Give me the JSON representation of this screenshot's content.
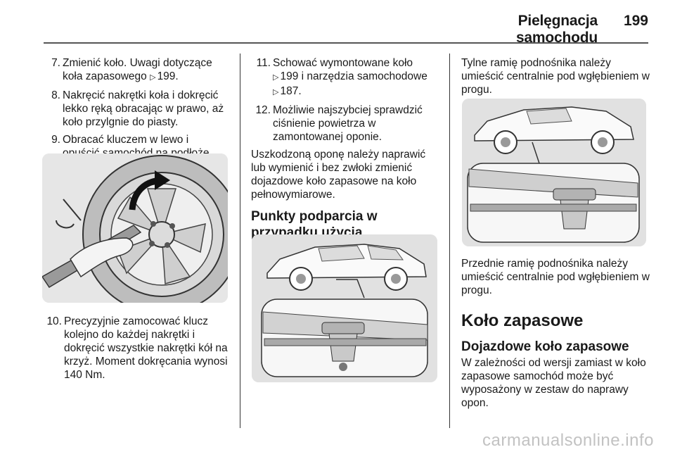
{
  "header": {
    "title": "Pielęgnacja samochodu",
    "page_number": "199"
  },
  "left_column": {
    "steps_top": [
      {
        "num": "7.",
        "text": "Zmienić koło. Uwagi dotyczące koła zapasowego",
        "ref": "199."
      },
      {
        "num": "8.",
        "text": "Nakręcić nakrętki koła i dokręcić lekko ręką obracając w prawo, aż koło przylgnie do piasty."
      },
      {
        "num": "9.",
        "text": "Obracać kluczem w lewo i opuścić samochód na podłoże."
      }
    ],
    "step_bottom": {
      "num": "10.",
      "text": "Precyzyjnie zamocować klucz kolejno do każdej nakrętki i dokręcić wszystkie nakrętki kół na krzyż. Moment dokręcania wynosi 140 Nm."
    }
  },
  "middle_column": {
    "step11": {
      "num": "11.",
      "text_a": "Schować wymontowane koło",
      "ref_a": "199 i narzędzia samochodowe",
      "ref_b": "187."
    },
    "step12": {
      "num": "12.",
      "text": "Możliwie najszybciej sprawdzić ciśnienie powietrza w zamontowanej oponie."
    },
    "paragraph": "Uszkodzoną oponę należy naprawić lub wymienić i bez zwłoki zmienić dojazdowe koło zapasowe na koło pełnowymiarowe.",
    "heading": "Punkty podparcia w przypadku użycia podnośnika"
  },
  "right_column": {
    "paragraph1": "Tylne ramię podnośnika należy umieścić centralnie pod wgłębieniem w progu.",
    "paragraph2": "Przednie ramię podnośnika należy umieścić centralnie pod wgłębieniem w progu.",
    "section_heading": "Koło zapasowe",
    "subheading": "Dojazdowe koło zapasowe",
    "paragraph3": "W zależności od wersji zamiast w koło zapasowe samochód może być wyposażony w zestaw do naprawy opon."
  },
  "watermark": "carmanualsonline.info",
  "icons": {
    "reference": "arrow-reference-icon"
  }
}
